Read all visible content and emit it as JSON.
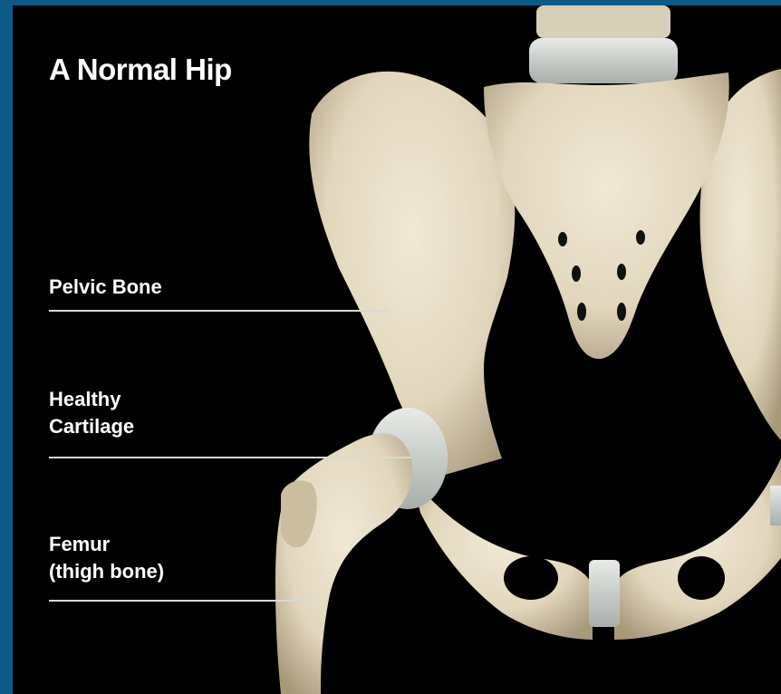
{
  "title": "A Normal Hip",
  "labels": {
    "pelvic_bone": "Pelvic Bone",
    "healthy_cartilage_line1": "Healthy",
    "healthy_cartilage_line2": "Cartilage",
    "femur_line1": "Femur",
    "femur_line2": "(thigh bone)"
  },
  "colors": {
    "frame": "#0b5a88",
    "background": "#000000",
    "bone": "#e6dcc6",
    "cartilage": "#c9ccc9",
    "text": "#ffffff"
  }
}
